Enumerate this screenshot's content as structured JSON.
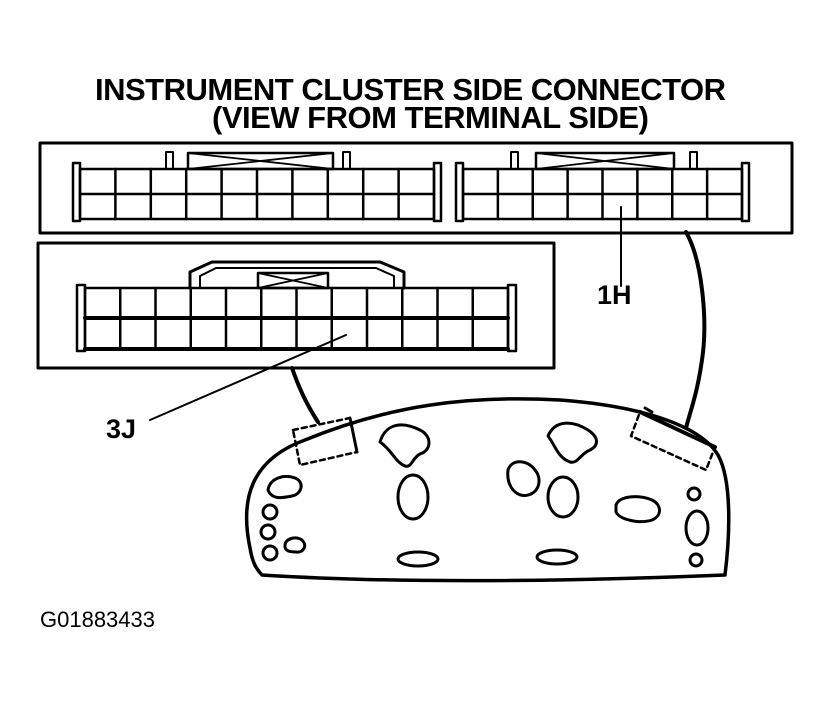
{
  "title": {
    "line1": "INSTRUMENT CLUSTER SIDE CONNECTOR",
    "line2": "(VIEW FROM TERMINAL SIDE)"
  },
  "labels": {
    "connector_1h": "1H",
    "connector_3j": "3J"
  },
  "figure_id": "G01883433",
  "colors": {
    "ink": "#000000",
    "paper": "#ffffff"
  }
}
